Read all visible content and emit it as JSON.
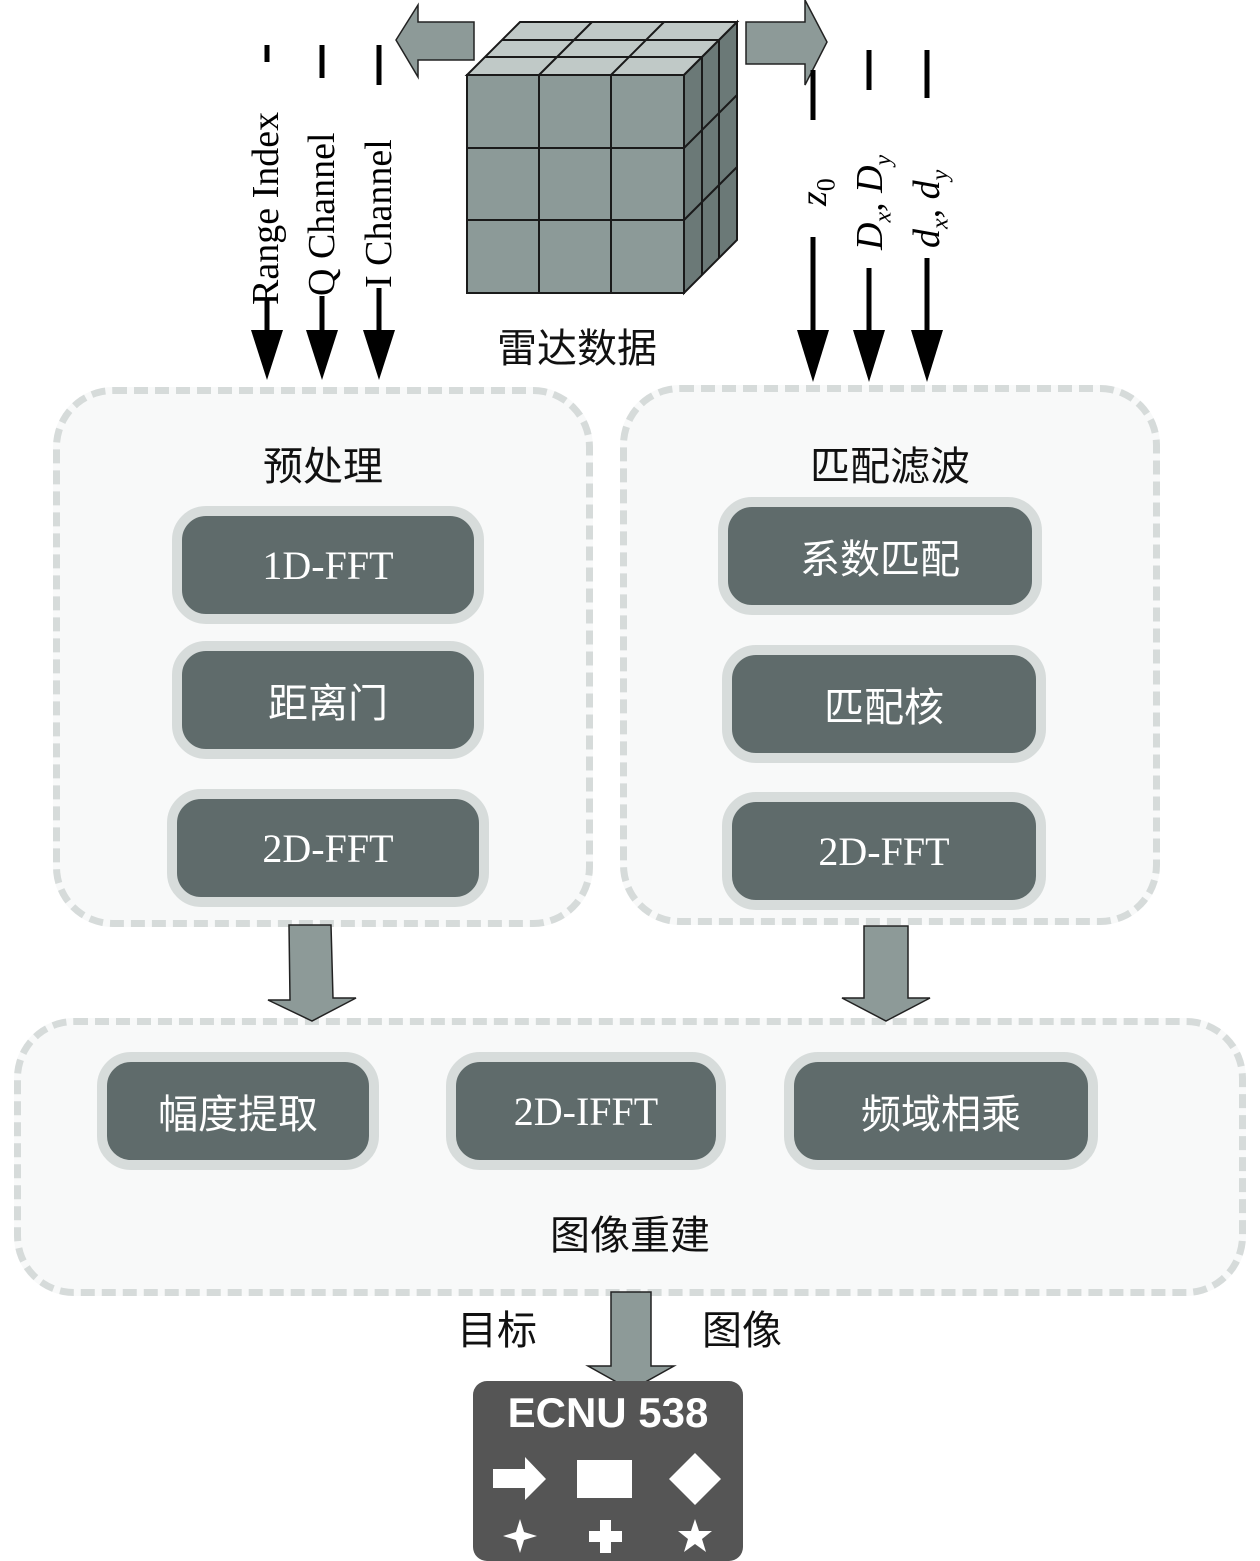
{
  "title": "雷达数据处理流程图",
  "radar_data": {
    "label": "雷达数据",
    "cube_colors": {
      "front": "#8c9a98",
      "top": "#c0c9c7",
      "side": "#6b7977",
      "grid": "#1a1a1a"
    }
  },
  "inputs_left": [
    "Range Index",
    "Q Channel",
    "I Channel"
  ],
  "inputs_right": [
    {
      "text": "z",
      "sub": "0"
    },
    {
      "text": "D",
      "sub": "x",
      "text2": ", D",
      "sub2": "y"
    },
    {
      "text": "d",
      "sub": "x",
      "text2": ", d",
      "sub2": "y"
    }
  ],
  "groups": {
    "preprocess": {
      "title": "预处理",
      "steps": [
        "1D-FFT",
        "距离门",
        "2D-FFT"
      ]
    },
    "matched_filter": {
      "title": "匹配滤波",
      "steps": [
        "系数匹配",
        "匹配核",
        "2D-FFT"
      ]
    },
    "reconstruction": {
      "title": "图像重建",
      "steps": [
        "幅度提取",
        "2D-IFFT",
        "频域相乘"
      ]
    }
  },
  "output": {
    "left_label": "目标",
    "right_label": "图像",
    "image_text": "ECNU 538",
    "image_shapes": [
      "arrow",
      "rectangle",
      "diamond",
      "four-point-star",
      "plus",
      "five-point-star"
    ]
  },
  "colors": {
    "step_fill": "#5f6b6b",
    "step_border": "#d7dcdb",
    "group_fill": "#f8f9f9",
    "group_border": "#d6dbda",
    "arrow_fill": "#8d9a98",
    "output_bg": "#555555"
  }
}
